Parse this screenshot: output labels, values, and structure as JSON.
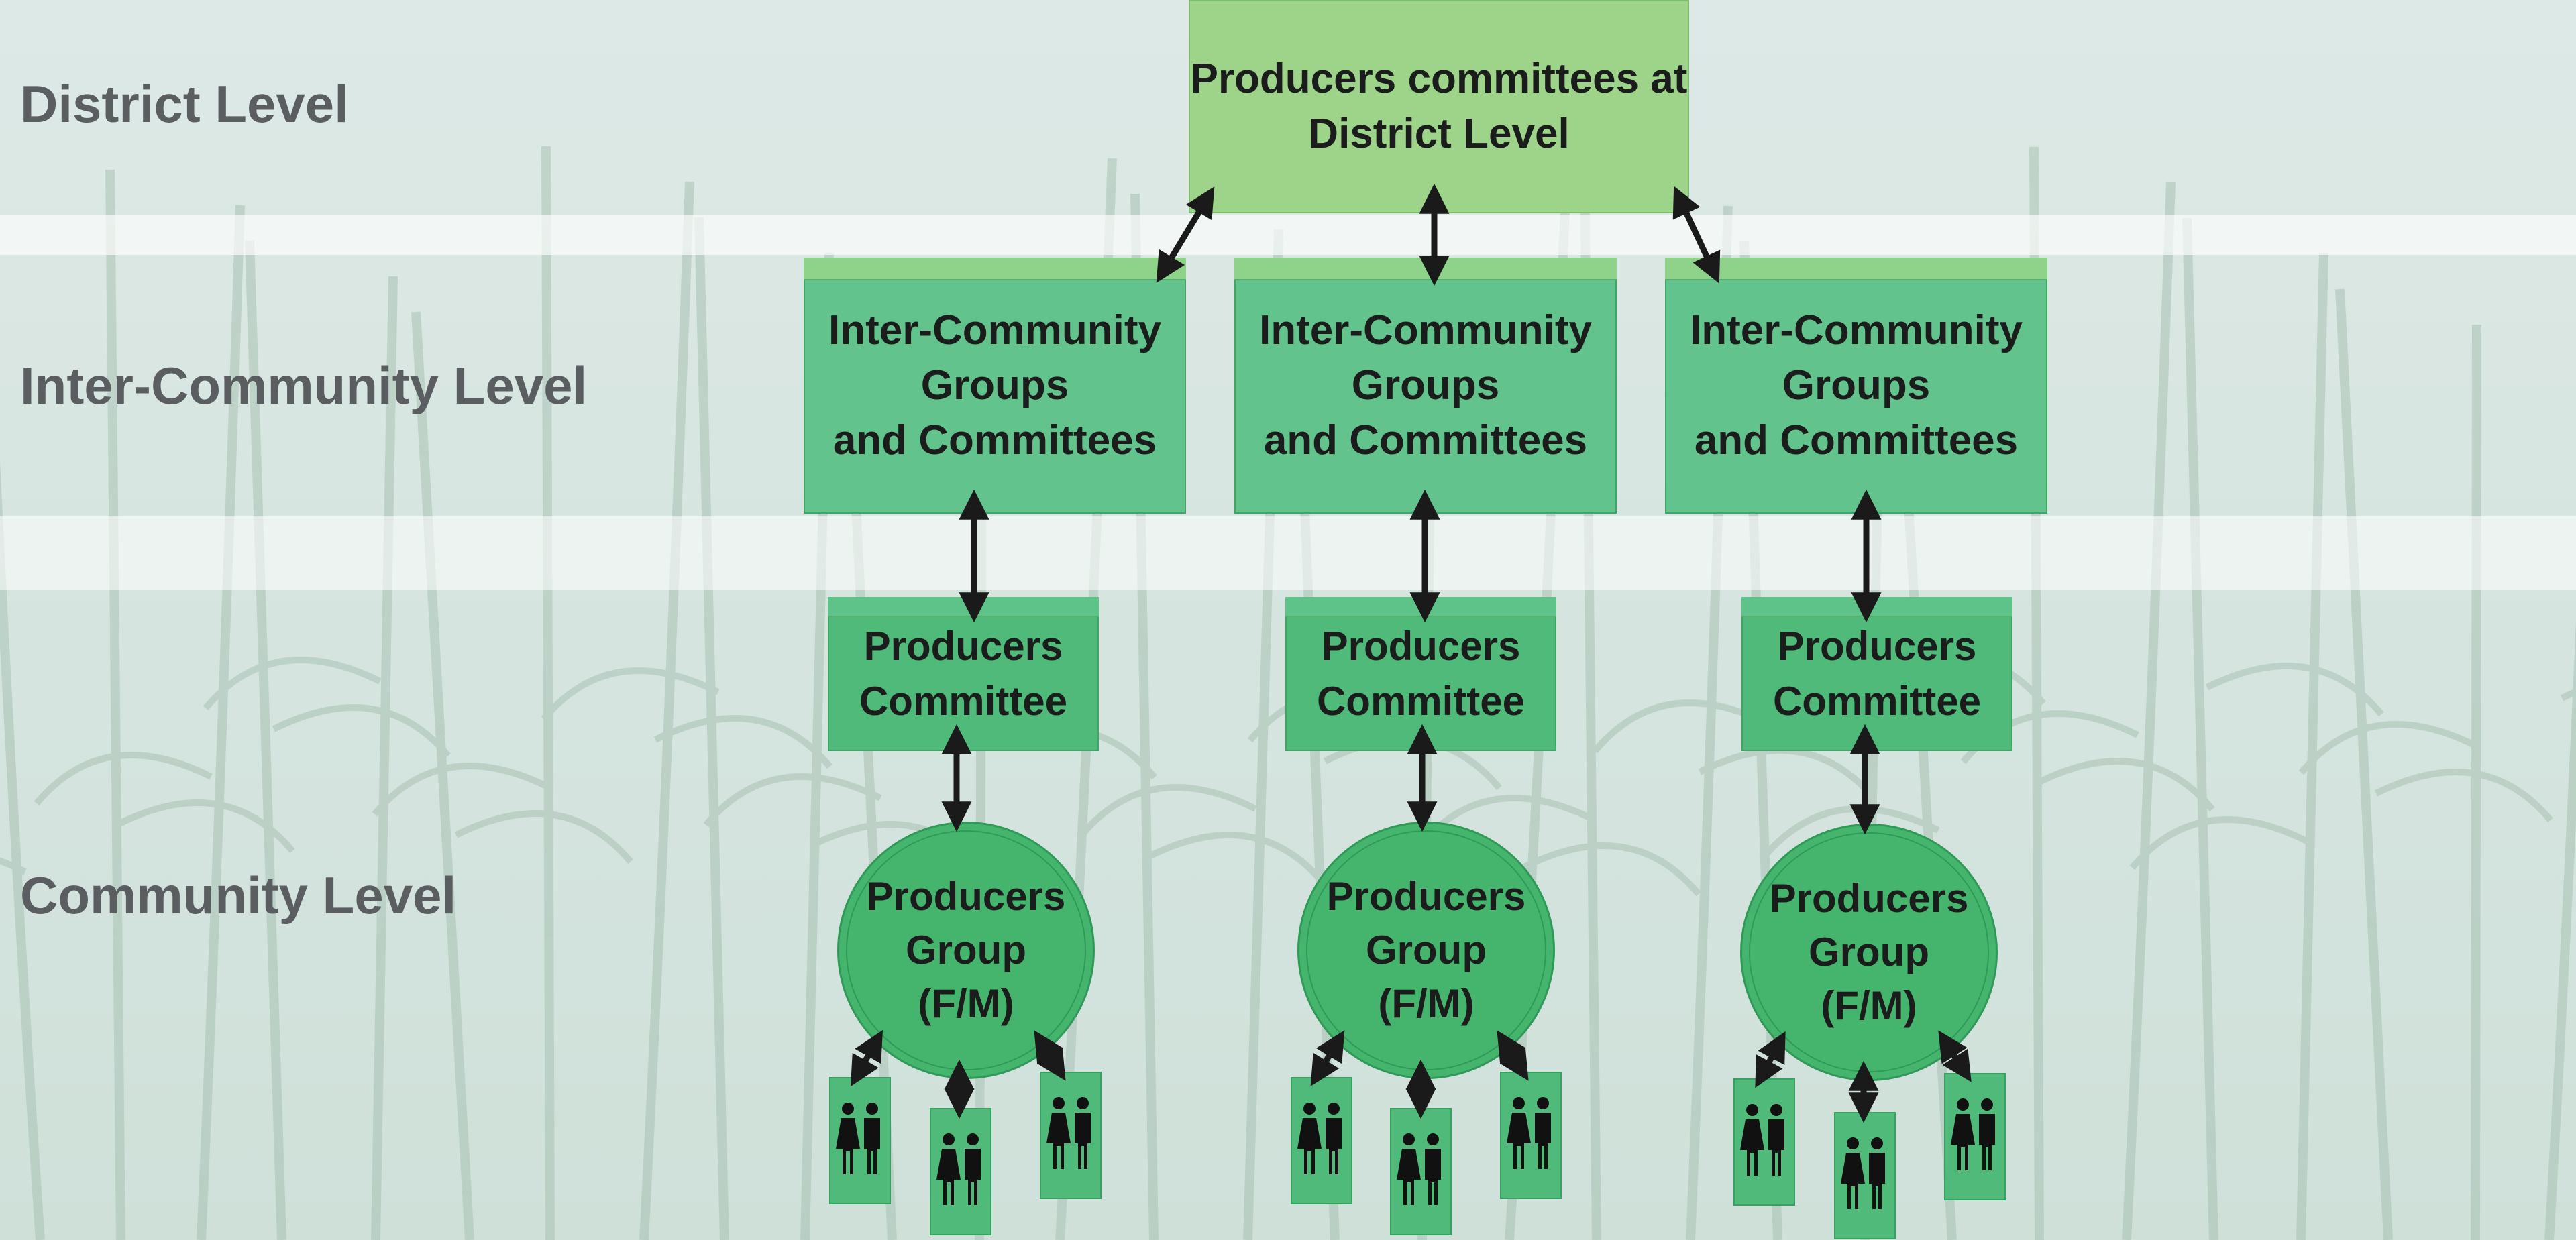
{
  "levels": {
    "district": "District Level",
    "inter_community": "Inter-Community Level",
    "community": "Community Level"
  },
  "district_box": "Producers committees at\nDistrict Level",
  "inter_community_boxes": [
    "Inter-Community\nGroups\nand Committees",
    "Inter-Community\nGroups\nand Committees",
    "Inter-Community\nGroups\nand Committees"
  ],
  "producers_committees": [
    "Producers\nCommittee",
    "Producers\nCommittee",
    "Producers\nCommittee"
  ],
  "producers_groups": [
    "Producers\nGroup\n(F/M)",
    "Producers\nGroup\n(F/M)",
    "Producers\nGroup\n(F/M)"
  ],
  "members_per_group": 3,
  "colors": {
    "district_box": "#9dd489",
    "committee_box": "#62c48c",
    "group_circle": "#45b56e",
    "band_light": "#ffffff",
    "arrow": "#1a1a1a"
  }
}
